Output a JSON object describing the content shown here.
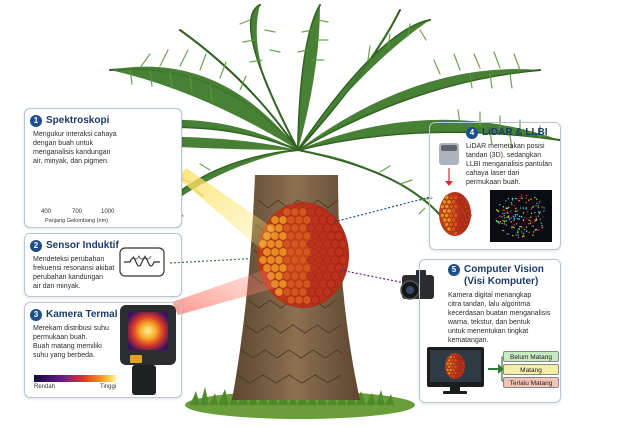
{
  "colors": {
    "frond": "#3f7a2c",
    "frond_dark": "#2c5a1f",
    "trunk": "#7a6140",
    "fruit_red": "#c0311d",
    "fruit_orange": "#e5761b",
    "accent_blue": "#1f4e8c",
    "tag_green": "#c9e9c2",
    "tag_yellow": "#f6eda8",
    "tag_red": "#f5c2b8"
  },
  "icons": [
    "palm-tree",
    "fruit-bunch",
    "spectrometer-camera",
    "coil-sensor",
    "thermal-camera",
    "lidar-sensor",
    "computer-vision-camera",
    "monitor",
    "arrow-right"
  ],
  "panels": {
    "spektroskopi": {
      "number": "1",
      "title": "Spektroskopi",
      "desc": [
        "Mengukur interaksi cahaya",
        "dengan buah untuk",
        "menganalisis kandungan",
        "air, minyak, dan pigmen."
      ],
      "axis_ticks": [
        "400",
        "700",
        "1000"
      ],
      "axis_label": "Panjang Gelombang (nm)"
    },
    "sensor_induktif": {
      "number": "2",
      "title": "Sensor Induktif",
      "desc": [
        "Mendeteksi perubahan",
        "frekuensi resonansi akibat",
        "perubahan kandungan",
        "air dan minyak."
      ]
    },
    "kamera_termal": {
      "number": "3",
      "title": "Kamera Termal",
      "desc": [
        "Merekam distribusi suhu",
        "permukaan buah.",
        "Buah matang memiliki",
        "suhu yang berbeda."
      ],
      "scale_low": "Rendah",
      "scale_high": "Tinggi"
    },
    "lidar": {
      "number": "4",
      "title": "LiDAR & LLBI",
      "desc": [
        "LiDAR memetakan posisi",
        "tandan (3D), sedangkan",
        "LLBI menganalisis pantulan",
        "cahaya laser dari",
        "permukaan buah."
      ]
    },
    "computer_vision": {
      "number": "5",
      "title_line1": "Computer Vision",
      "title_line2": "(Visi Komputer)",
      "desc": [
        "Kamera digital menangkap",
        "citra tandan, lalu algoritma",
        "kecerdasan buatan menganalisis",
        "warna, tekstur, dan bentuk",
        "untuk menentukan tingkat",
        "kematangan."
      ],
      "categories": [
        "Belum Matang",
        "Matang",
        "Terlalu Matang"
      ]
    }
  }
}
